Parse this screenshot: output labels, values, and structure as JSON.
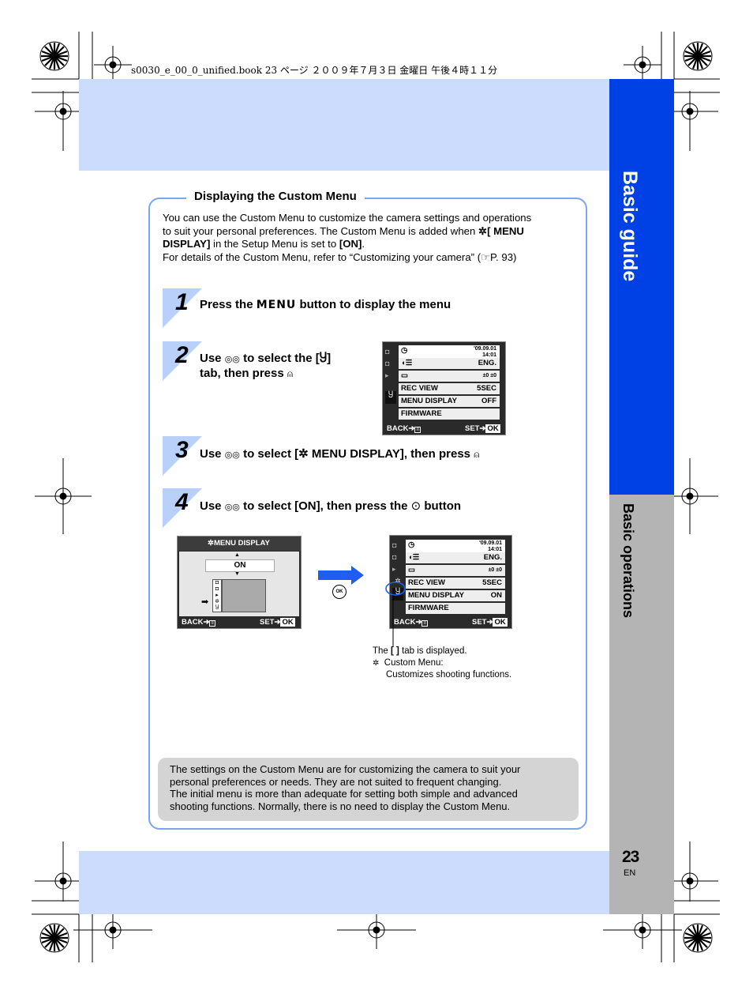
{
  "header_text": "s0030_e_00_0_unified.book  23 ページ  ２００９年７月３日  金曜日  午後４時１１分",
  "side_tabs": {
    "primary": "Basic guide",
    "secondary": "Basic operations"
  },
  "page": {
    "number": "23",
    "lang": "EN"
  },
  "box_title": "Displaying the Custom Menu",
  "intro": {
    "line1": "You can use the Custom Menu to customize the camera settings and operations",
    "line2_pre": "to suit your personal preferences. The Custom Menu is added when ",
    "line2_bold": "[ MENU",
    "line3_bold": "DISPLAY]",
    "line3_mid": " in the Setup Menu is set to ",
    "line3_bold2": "[ON]",
    "line3_end": ".",
    "line4": "For details of the Custom Menu, refer to “Customizing your camera” (",
    "line4_ref": "P. 93)"
  },
  "steps": [
    {
      "num": "1",
      "text_a": "Press the ",
      "text_b": "MENU",
      "text_c": " button to display the menu"
    },
    {
      "num": "2",
      "text_a": "Use",
      "text_b": "to select the [",
      "text_c": "]",
      "text_d": "tab, then press"
    },
    {
      "num": "3",
      "text_a": "Use",
      "text_b": "to select [",
      "text_c": " MENU DISPLAY], then press"
    },
    {
      "num": "4",
      "text_a": "Use",
      "text_b": "to select [ON], then press the",
      "text_c": "button"
    }
  ],
  "screen_setup": {
    "date": "'09.09.01\n14:01",
    "lang_val": "ENG.",
    "bright_val": "±0 ±0",
    "rows": [
      {
        "label": "REC VIEW",
        "value": "5SEC"
      },
      {
        "label": "MENU DISPLAY",
        "value": "OFF"
      },
      {
        "label": "FIRMWARE",
        "value": ""
      }
    ],
    "back": "BACK",
    "set": "SET",
    "ok": "OK"
  },
  "screen_menu_display": {
    "title": "MENU DISPLAY",
    "option": "ON",
    "back": "BACK",
    "set": "SET",
    "ok": "OK"
  },
  "screen_after": {
    "date": "'09.09.01\n14:01",
    "lang_val": "ENG.",
    "bright_val": "±0 ±0",
    "rows": [
      {
        "label": "REC VIEW",
        "value": "5SEC"
      },
      {
        "label": "MENU DISPLAY",
        "value": "ON"
      },
      {
        "label": "FIRMWARE",
        "value": ""
      }
    ],
    "back": "BACK",
    "set": "SET",
    "ok": "OK"
  },
  "ok_label": "OK",
  "caption": {
    "line1_pre": "The ",
    "line1_bold": "[ ]",
    "line1_post": " tab is displayed.",
    "line2": "Custom Menu:",
    "line3": "Customizes shooting functions."
  },
  "note": {
    "line1": "The settings on the Custom Menu are for customizing the camera to suit your",
    "line2": "personal preferences or needs. They are not suited to frequent changing.",
    "line3": "The initial menu is more than adequate for setting both simple and advanced",
    "line4": "shooting functions. Normally, there is no need to display the Custom Menu."
  },
  "colors": {
    "band": "#ccdcfc",
    "blue_tab": "#0041e6",
    "grey_tab": "#b4b4b4",
    "frame": "#7aa6ef",
    "arrow": "#1f5ef0"
  }
}
